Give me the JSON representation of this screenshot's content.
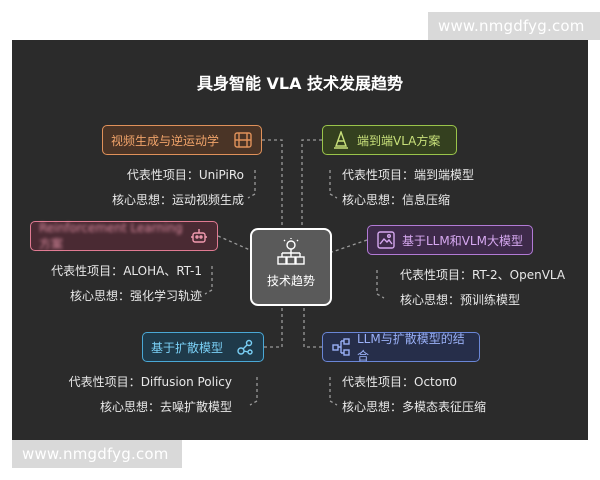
{
  "watermark": "www.nmgdfyg.com",
  "title": "具身智能 VLA 技术发展趋势",
  "center_label": "技术趋势",
  "prefix_rep": "代表性项目：",
  "prefix_core": "核心思想：",
  "nodes": [
    {
      "label": "视频生成与逆运动学",
      "rep": "UniPiRo",
      "core": "运动视频生成",
      "color": "#e0915a",
      "icon": "film-icon"
    },
    {
      "label": "端到端VLA方案",
      "rep": "端到端模型",
      "core": "信息压缩",
      "color": "#9ac44a",
      "icon": "cone-icon"
    },
    {
      "label": "Reinforcement Learning 方案",
      "rep": "ALOHA、RT-1",
      "core": "强化学习轨迹",
      "color": "#e07a92",
      "icon": "robot-icon"
    },
    {
      "label": "基于LLM和VLM大模型",
      "rep": "RT-2、OpenVLA",
      "core": "预训练模型",
      "color": "#b27ad6",
      "icon": "image-text-icon"
    },
    {
      "label": "基于扩散模型",
      "rep": "Diffusion Policy",
      "core": "去噪扩散模型",
      "color": "#4aa8d6",
      "icon": "nodes-icon"
    },
    {
      "label": "LLM与扩散模型的结合",
      "rep": "Octoπ0",
      "core": "多模态表征压缩",
      "color": "#6a86d6",
      "icon": "hierarchy-icon"
    }
  ]
}
